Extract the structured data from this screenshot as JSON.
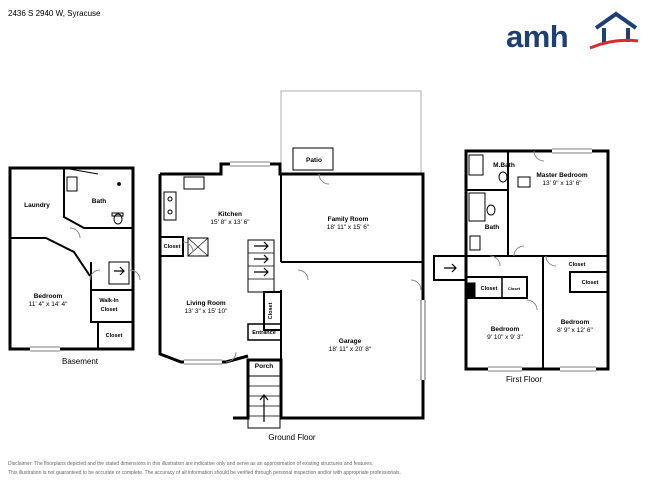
{
  "address": "2436 S 2940 W, Syracuse",
  "logo": {
    "text": "amh",
    "brand_color": "#1d3f72",
    "accent_color": "#d62e2e"
  },
  "floors": [
    {
      "name": "Basement"
    },
    {
      "name": "Ground Floor"
    },
    {
      "name": "First Floor"
    }
  ],
  "rooms": {
    "laundry": "Laundry",
    "basement_bath": "Bath",
    "basement_bedroom": {
      "name": "Bedroom",
      "dims": "11' 4\" x 14' 4\""
    },
    "walkin_closet_1": "Walk-In",
    "walkin_closet_2": "Closet",
    "basement_closet": "Closet",
    "kitchen": {
      "name": "Kitchen",
      "dims": "15' 8\" x 13' 6\""
    },
    "ground_closet_left": "Closet",
    "living_room": {
      "name": "Living Room",
      "dims": "13' 3\" x 15' 10\""
    },
    "ground_closet_stair": "Closet",
    "entrance": "Entrance",
    "porch": "Porch",
    "patio": "Patio",
    "family_room": {
      "name": "Family Room",
      "dims": "18' 11\" x 15' 6\""
    },
    "garage": {
      "name": "Garage",
      "dims": "18' 11\" x 20' 8\""
    },
    "mbath": "M.Bath",
    "first_bath": "Bath",
    "master_bedroom": {
      "name": "Master Bedroom",
      "dims": "13' 9\" x 13' 6\""
    },
    "master_closet": "Closet",
    "hall_closet": "Closet",
    "hall_closet_small": "Closet",
    "right_closet": "Closet",
    "bedroom_a": {
      "name": "Bedroom",
      "dims": "9' 10\" x 9' 3\""
    },
    "bedroom_b": {
      "name": "Bedroom",
      "dims": "8' 9\" x 12' 6\""
    }
  },
  "disclaimer": {
    "line1": "Disclaimer: The floorplans depicted and the stated dimensions in this illustration are indicative only and serve as an approximation of existing structures and features.",
    "line2": "This illustration is not guaranteed to be accurate or complete. The accuracy of all information should be verified through personal inspection and/or with appropriate professionals."
  }
}
